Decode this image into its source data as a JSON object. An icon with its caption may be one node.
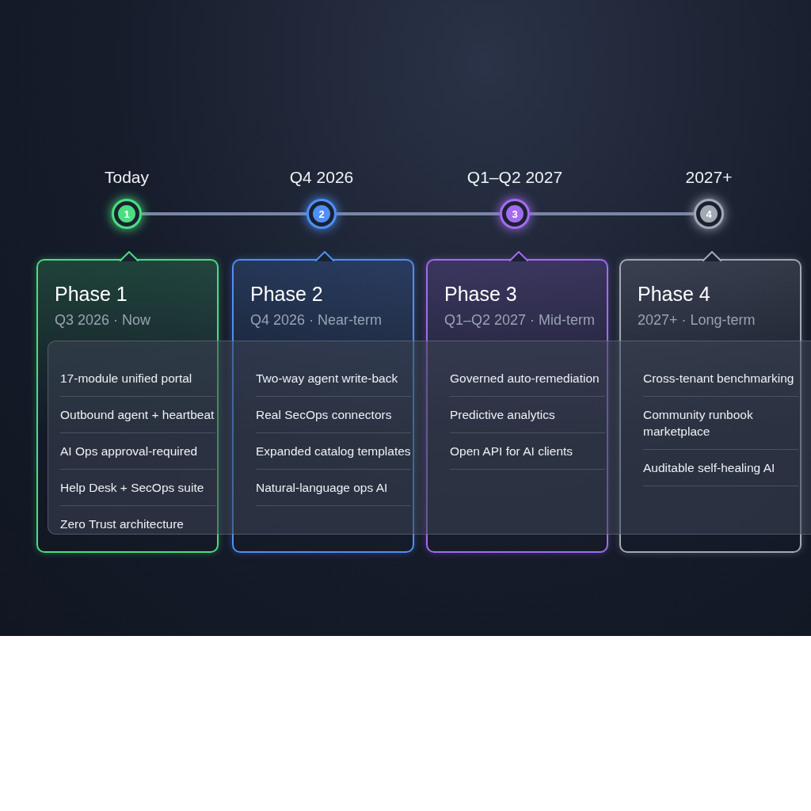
{
  "diagram": {
    "nodes": [
      {
        "text": [
          "1"
        ],
        "beside": [
          "Today"
        ]
      },
      {
        "text": [
          "2"
        ],
        "beside": [
          "Q4 2026"
        ]
      },
      {
        "text": [
          "3"
        ],
        "beside": [
          "Q1–Q2 2027"
        ]
      },
      {
        "text": [
          "4"
        ],
        "beside": [
          "2027+"
        ]
      },
      {
        "text": [
          "Phase 1",
          "Q3 2026 · Now",
          "17-module unified portal",
          "Outbound agent + heartbeat",
          "AI Ops approval-required",
          "Help Desk + SecOps suite",
          "Zero Trust architecture"
        ]
      },
      {
        "text": [
          "Phase 2",
          "Q4 2026 · Near-term",
          "Two-way agent write-back",
          "Real SecOps connectors",
          "Expanded catalog templates",
          "Natural-language ops AI"
        ]
      },
      {
        "text": [
          "Phase 3",
          "Q1–Q2 2027 · Mid-term",
          "Governed auto-remediation",
          "Predictive analytics",
          "Open API for AI clients"
        ]
      },
      {
        "text": [
          "Phase 4",
          "2027+ · Long-term",
          "Cross-tenant benchmarking",
          "Community runbook marketplace",
          "Auditable self-healing AI"
        ]
      }
    ],
    "edges": [
      {
        "from": 0,
        "to": 1,
        "arrow": "none"
      },
      {
        "from": 1,
        "to": 2,
        "arrow": "none"
      },
      {
        "from": 2,
        "to": 3,
        "arrow": "none"
      }
    ]
  }
}
